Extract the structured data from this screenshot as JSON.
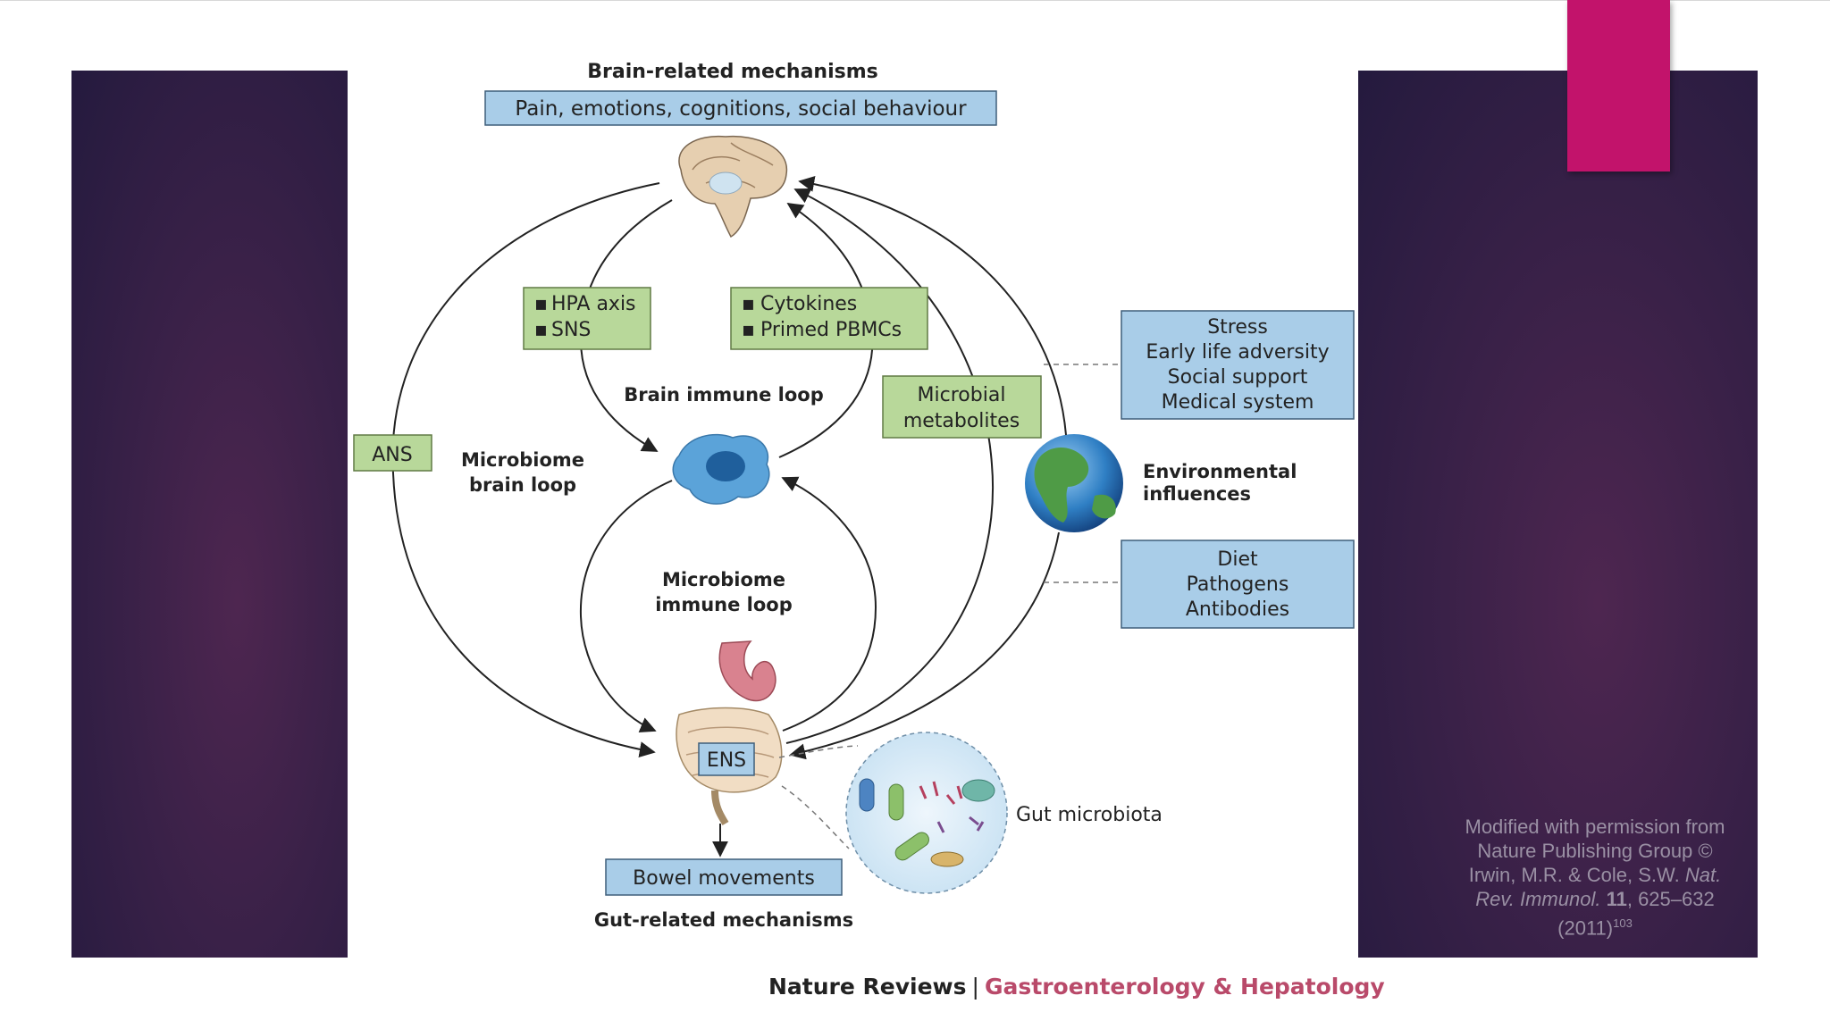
{
  "title": "Brain-related mechanisms",
  "brain_box": "Pain, emotions, cognitions, social behaviour",
  "hpa_box": [
    "HPA axis",
    "SNS"
  ],
  "cytokine_box": [
    "Cytokines",
    "Primed PBMCs"
  ],
  "brain_immune_loop": "Brain immune loop",
  "ans": "ANS",
  "microbiome_brain_loop": [
    "Microbiome",
    "brain loop"
  ],
  "microbial_metabolites": [
    "Microbial",
    "metabolites"
  ],
  "stress_box": [
    "Stress",
    "Early life adversity",
    "Social support",
    "Medical system"
  ],
  "environmental": [
    "Environmental",
    "influences"
  ],
  "diet_box": [
    "Diet",
    "Pathogens",
    "Antibodies"
  ],
  "microbiome_immune_loop": [
    "Microbiome",
    "immune loop"
  ],
  "ens": "ENS",
  "gut_microbiota": "Gut microbiota",
  "bowel_box": "Bowel movements",
  "gut_mechanisms": "Gut-related mechanisms",
  "footer": {
    "journal": "Nature Reviews",
    "separator": "|",
    "subtitle": "Gastroenterology & Hepatology"
  },
  "credit": {
    "line1": "Modified with permission from",
    "line2": "Nature Publishing Group ©",
    "line3_authors": "Irwin, M.R. & Cole, S.W.",
    "journal_abbrev": "Nat. Rev. Immunol.",
    "volume": "11",
    "pages": ", 625–632",
    "year": "(2011)",
    "ref": "103"
  },
  "colors": {
    "accent": "#c2136b",
    "panel": "#3a2148",
    "blue_box": "#a9cde8",
    "green_box": "#b8d89a",
    "footer_sub": "#b94a6a"
  }
}
